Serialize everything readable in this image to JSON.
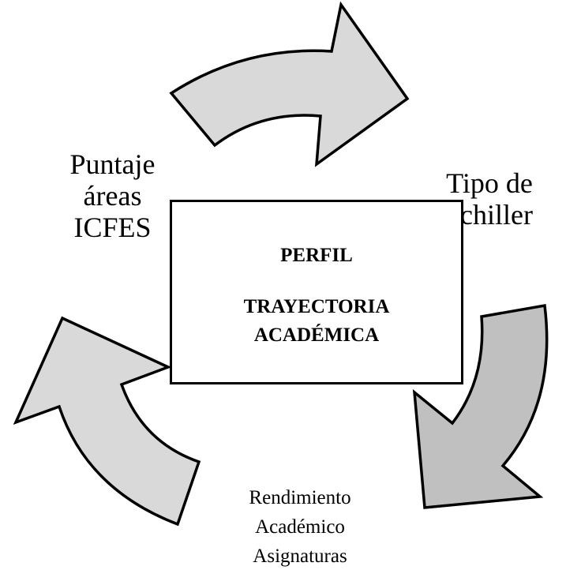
{
  "center": {
    "line1": "PERFIL",
    "line2": "TRAYECTORIA",
    "line3": "ACADÉMICA"
  },
  "labels": {
    "left": [
      "Puntaje",
      "áreas",
      "ICFES"
    ],
    "right": [
      "Tipo de",
      "chiller"
    ],
    "bottom": [
      "Rendimiento",
      "Académico",
      "Asignaturas"
    ]
  },
  "colors": {
    "arrow_light": "#d9d9d9",
    "arrow_dark": "#c0c0c0",
    "outline": "#000000"
  }
}
